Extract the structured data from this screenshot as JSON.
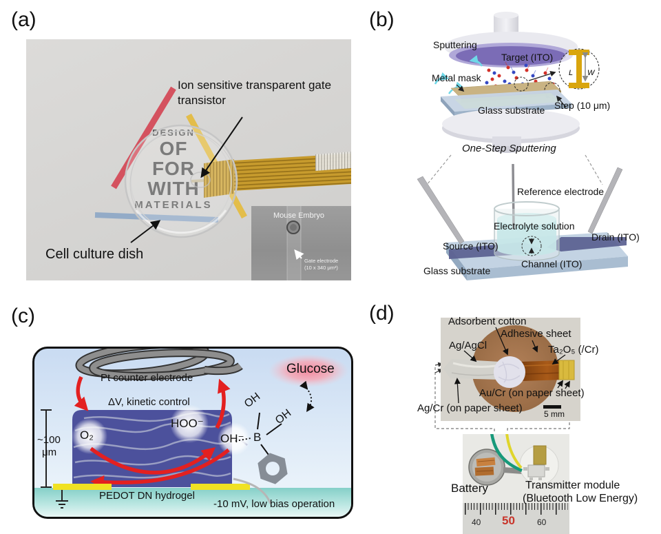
{
  "panel_a": {
    "tag": "(a)",
    "transistor_label": "Ion sensitive transparent gate transistor",
    "dish_label": "Cell culture dish",
    "watermark": {
      "l1": "DESIGN",
      "l2": "OF",
      "l3": "FOR",
      "l4": "WITH",
      "l5": "MATERIALS"
    },
    "inset": {
      "title": "Mouse Embryo",
      "electrode": "Gate electrode",
      "area": "(10 x 340 μm²)"
    }
  },
  "panel_b": {
    "tag": "(b)",
    "sputtering": "Sputtering",
    "target": "Target (ITO)",
    "metal_mask": "Metal mask",
    "glass_top": "Glass substrate",
    "step": "Step (10 μm)",
    "dim_l": "L",
    "dim_w": "W",
    "process": "One-Step Sputtering",
    "reference": "Reference electrode",
    "electrolyte": "Electrolyte solution",
    "source": "Source (ITO)",
    "drain": "Drain (ITO)",
    "channel": "Channel (ITO)",
    "glass_bottom": "Glass substrate"
  },
  "panel_c": {
    "tag": "(c)",
    "pt": "Pt counter electrode",
    "kinetic": "ΔV, kinetic control",
    "o2": "O₂",
    "hoo": "HOO⁻",
    "oh_ion": "OH⁻",
    "glucose": "Glucose",
    "oh1": "OH",
    "oh2": "OH",
    "boron": "B",
    "thickness": "~100",
    "thickness_unit": "μm",
    "pedot": "PEDOT DN hydrogel",
    "bias": "-10 mV, low bias operation"
  },
  "panel_d": {
    "tag": "(d)",
    "cotton": "Adsorbent cotton",
    "adhesive": "Adhesive sheet",
    "agagcl": "Ag/AgCl",
    "ta2o5": "Ta₂O₅ (/Cr)",
    "aucr": "Au/Cr (on paper sheet)",
    "agcr": "Ag/Cr (on paper sheet)",
    "scale": "5 mm",
    "battery": "Battery",
    "transmitter1": "Transmitter module",
    "transmitter2": "(Bluetooth Low Energy)",
    "ruler": {
      "r40": "40",
      "r50": "50",
      "r60": "60"
    }
  },
  "colors": {
    "accent_red": "#e32020",
    "hydrogel_blue": "#4c519c",
    "electrode_yellow": "#f0e223",
    "glucose_pink": "#f08fa2",
    "cable_gold": "#c79b2d",
    "teal": "#85cfc8",
    "target_purple": "#7b6cb6"
  }
}
